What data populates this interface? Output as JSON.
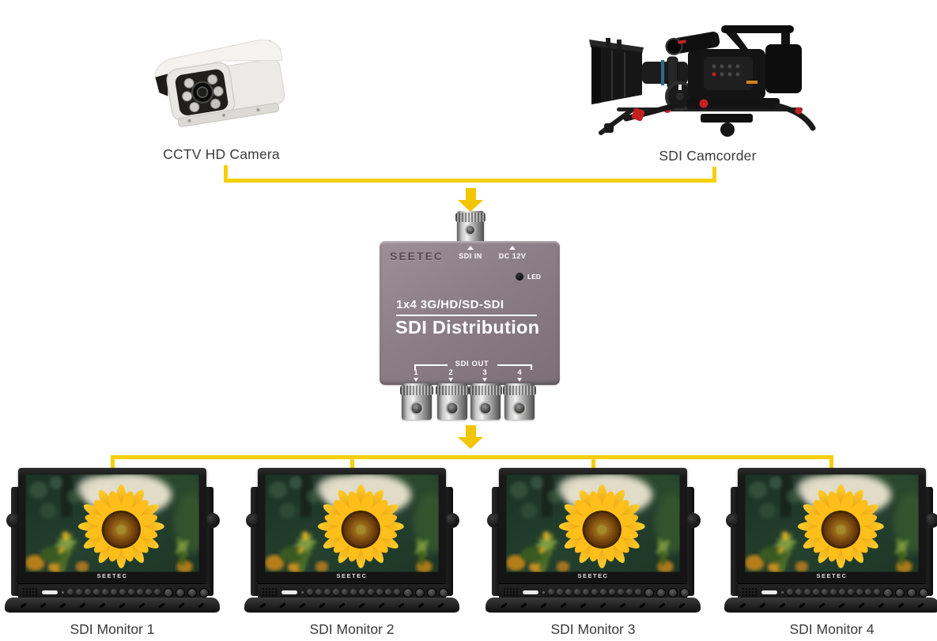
{
  "colors": {
    "line_yellow": "#F6D000",
    "arrow_yellow": "#F1C500",
    "box_mauve": "#8B7E84",
    "label_ink": "#3A3A3A"
  },
  "sources": {
    "cctv": {
      "label": "CCTV HD Camera"
    },
    "camcorder": {
      "label": "SDI Camcorder"
    }
  },
  "distributor": {
    "brand": "SEETEC",
    "sdi_in_label": "SDI IN",
    "dc_label": "DC 12V",
    "led_label": "LED",
    "model_line1": "1x4 3G/HD/SD-SDI",
    "model_line2": "SDI Distribution",
    "sdi_out_label": "SDI OUT",
    "out_ports": [
      "1",
      "2",
      "3",
      "4"
    ]
  },
  "monitors": {
    "brand": "SEETEC",
    "items": [
      {
        "label": "SDI Monitor 1"
      },
      {
        "label": "SDI Monitor 2"
      },
      {
        "label": "SDI Monitor 3"
      },
      {
        "label": "SDI Monitor 4"
      }
    ]
  }
}
